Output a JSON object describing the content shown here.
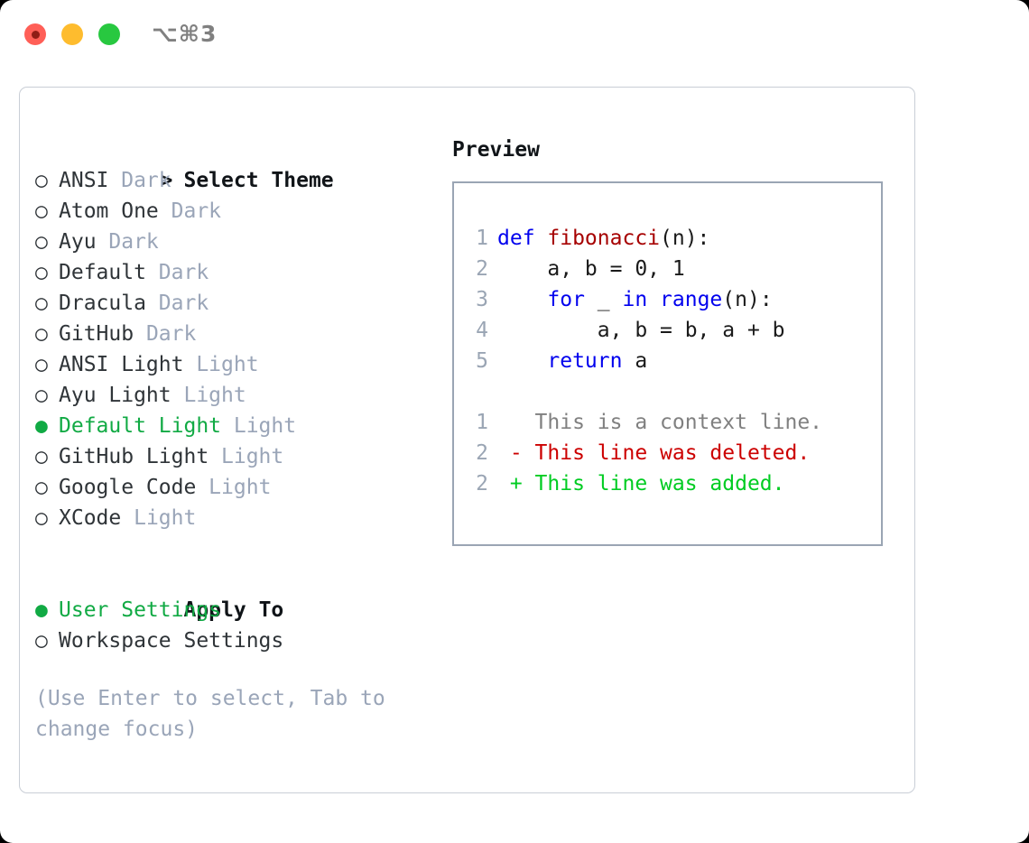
{
  "titlebar": {
    "lights": [
      {
        "name": "close",
        "color": "#ff5f57"
      },
      {
        "name": "minimize",
        "color": "#febc2e"
      },
      {
        "name": "maximize",
        "color": "#28c840"
      }
    ],
    "shortcut": "⌥⌘3"
  },
  "theme_section": {
    "header_marker": ">",
    "header": "Select Theme",
    "items": [
      {
        "marker": "○",
        "label": "ANSI",
        "suffix": "Dark",
        "selected": false
      },
      {
        "marker": "○",
        "label": "Atom One",
        "suffix": "Dark",
        "selected": false
      },
      {
        "marker": "○",
        "label": "Ayu",
        "suffix": "Dark",
        "selected": false
      },
      {
        "marker": "○",
        "label": "Default",
        "suffix": "Dark",
        "selected": false
      },
      {
        "marker": "○",
        "label": "Dracula",
        "suffix": "Dark",
        "selected": false
      },
      {
        "marker": "○",
        "label": "GitHub",
        "suffix": "Dark",
        "selected": false
      },
      {
        "marker": "○",
        "label": "ANSI Light",
        "suffix": "Light",
        "selected": false
      },
      {
        "marker": "○",
        "label": "Ayu Light",
        "suffix": "Light",
        "selected": false
      },
      {
        "marker": "●",
        "label": "Default Light",
        "suffix": "Light",
        "selected": true
      },
      {
        "marker": "○",
        "label": "GitHub Light",
        "suffix": "Light",
        "selected": false
      },
      {
        "marker": "○",
        "label": "Google Code",
        "suffix": "Light",
        "selected": false
      },
      {
        "marker": "○",
        "label": "XCode",
        "suffix": "Light",
        "selected": false
      }
    ]
  },
  "apply_section": {
    "header_marker": " ",
    "header": "Apply To",
    "items": [
      {
        "marker": "●",
        "label": "User Settings",
        "suffix": "",
        "selected": true
      },
      {
        "marker": "○",
        "label": "Workspace Settings",
        "suffix": "",
        "selected": false
      }
    ]
  },
  "hint": "(Use Enter to select, Tab to change focus)",
  "preview": {
    "title": "Preview",
    "code": [
      {
        "no": "1",
        "tokens": [
          {
            "t": "def ",
            "c": "kw"
          },
          {
            "t": "fibonacci",
            "c": "fn"
          },
          {
            "t": "(n):",
            "c": "pl"
          }
        ]
      },
      {
        "no": "2",
        "tokens": [
          {
            "t": "    a, b = 0, 1",
            "c": "pl"
          }
        ]
      },
      {
        "no": "3",
        "tokens": [
          {
            "t": "    ",
            "c": "pl"
          },
          {
            "t": "for",
            "c": "kw"
          },
          {
            "t": " _ ",
            "c": "pl"
          },
          {
            "t": "in",
            "c": "kw"
          },
          {
            "t": " ",
            "c": "pl"
          },
          {
            "t": "range",
            "c": "kw"
          },
          {
            "t": "(n):",
            "c": "pl"
          }
        ]
      },
      {
        "no": "4",
        "tokens": [
          {
            "t": "        a, b = b, a + b",
            "c": "pl"
          }
        ]
      },
      {
        "no": "5",
        "tokens": [
          {
            "t": "    ",
            "c": "pl"
          },
          {
            "t": "return",
            "c": "kw"
          },
          {
            "t": " a",
            "c": "pl"
          }
        ]
      }
    ],
    "diff": [
      {
        "no": "1",
        "sign": " ",
        "text": "This is a context line.",
        "kind": "context"
      },
      {
        "no": "2",
        "sign": "-",
        "text": "This line was deleted.",
        "kind": "deleted"
      },
      {
        "no": "2",
        "sign": "+",
        "text": "This line was added.",
        "kind": "added"
      }
    ]
  },
  "colors": {
    "selected_green": "#11aa44",
    "suffix_gray": "#9aa5b8",
    "keyword_blue": "#0000ee",
    "function_red": "#a60000",
    "diff_add_green": "#00cc22",
    "diff_del_red": "#cc0000",
    "border_gray": "#9aa5b4"
  }
}
